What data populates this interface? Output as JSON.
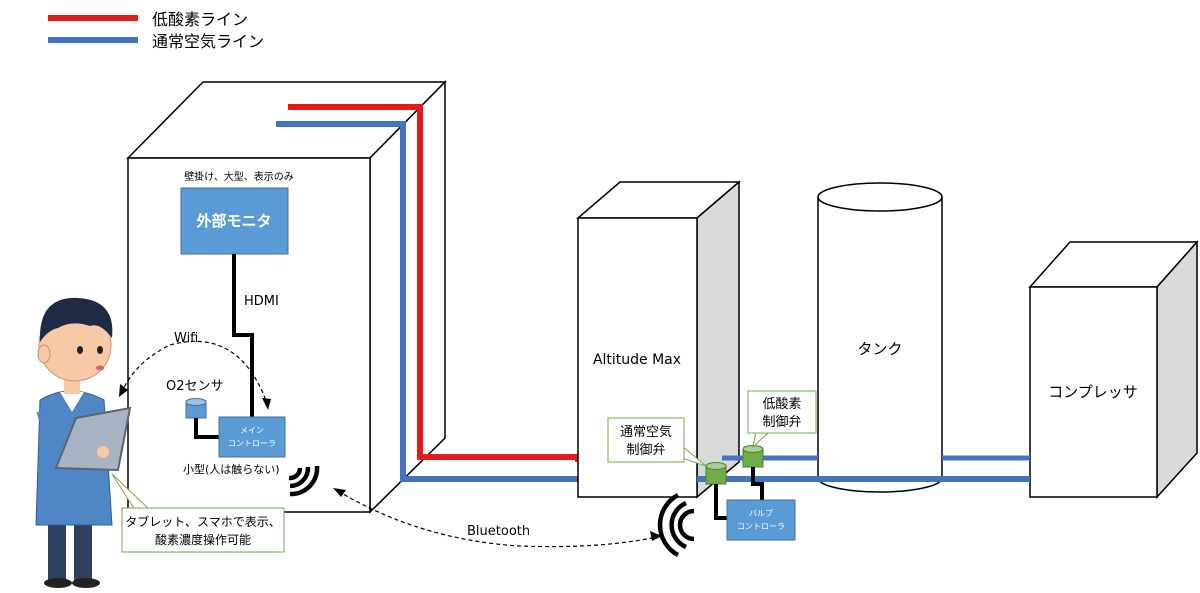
{
  "legend": {
    "low_oxygen": {
      "label": "低酸素ライン",
      "color": "#e31b1b"
    },
    "normal_air": {
      "label": "通常空気ライン",
      "color": "#4472c4"
    }
  },
  "room": {
    "monitor_note": "壁掛け、大型、表示のみ",
    "monitor_label": "外部モニタ",
    "hdmi_label": "HDMI",
    "wifi_label": "Wifi",
    "o2_sensor_label": "O2センサ",
    "main_controller_label": [
      "メイン",
      "コントローラ"
    ],
    "small_note": "小型(人は触らない)"
  },
  "altitude_max": {
    "label": "Altitude Max"
  },
  "tank": {
    "label": "タンク"
  },
  "compressor": {
    "label": "コンプレッサ"
  },
  "valves": {
    "normal_air_valve_callout": [
      "通常空気",
      "制御弁"
    ],
    "low_oxygen_valve_callout": [
      "低酸素",
      "制御弁"
    ],
    "valve_controller_label": [
      "バルブ",
      "コントローラ"
    ]
  },
  "bluetooth_label": "Bluetooth",
  "tablet_callout": [
    "タブレット、スマホで表示、",
    "酸素濃度操作可能"
  ],
  "colors": {
    "monitor_fill": "#5b9bd5",
    "component_fill": "#5b9bd5",
    "valve_fill": "#70ad47",
    "callout_border": "#70ad47",
    "box_side": "#d9d9d9"
  }
}
